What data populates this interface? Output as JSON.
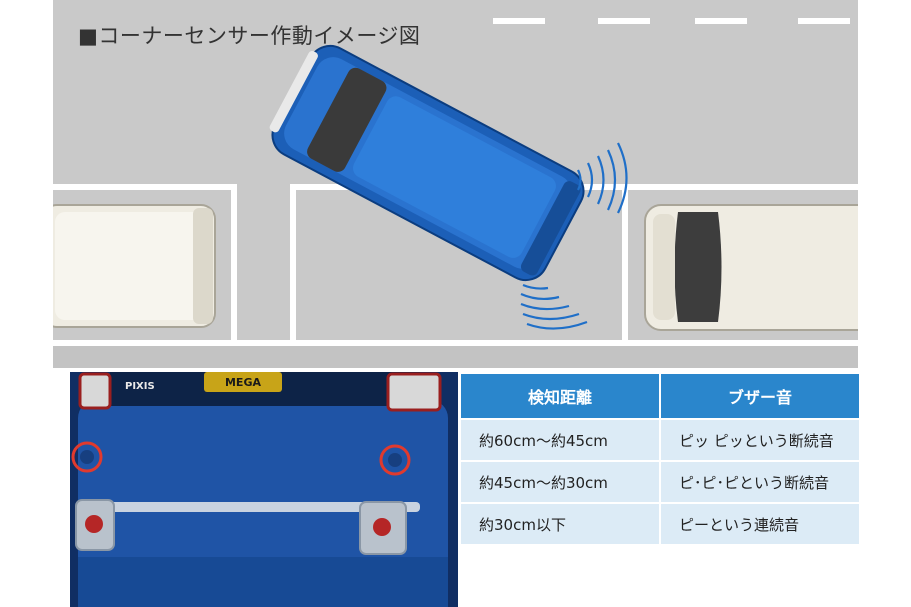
{
  "title": "■コーナーセンサー作動イメージ図",
  "colors": {
    "road": "#c9c9c9",
    "line": "#ffffff",
    "car_blue": "#1c5fb7",
    "parked_car": "#efece2",
    "wave": "#1f6fc8",
    "header": "#2a86cc",
    "cell": "#dcebf6",
    "sensor_ring": "#e03a2e"
  },
  "photo": {
    "brand_badge": "PIXIS",
    "plate": "MEGA"
  },
  "table": {
    "headers": [
      "検知距離",
      "ブザー音"
    ],
    "rows": [
      [
        "約60cm〜約45cm",
        "ピッ ピッという断続音"
      ],
      [
        "約45cm〜約30cm",
        "ピ･ピ･ピという断続音"
      ],
      [
        "約30cm以下",
        "ピーという連続音"
      ]
    ]
  }
}
